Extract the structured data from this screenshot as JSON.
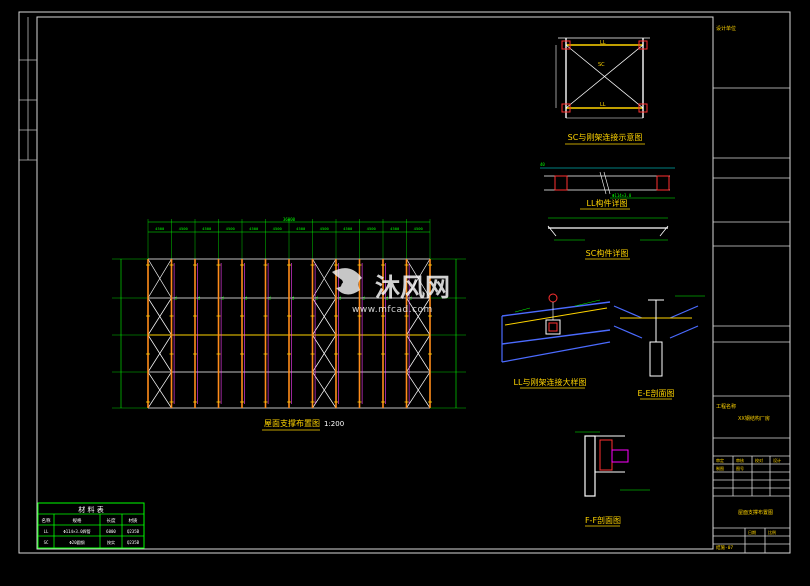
{
  "watermark": {
    "brand": "沐风网",
    "url": "www.mfcad.com"
  },
  "roof_plan": {
    "title": "屋面支撑布置图",
    "scale": "1:200",
    "top_dim": "36000",
    "bay_dim": "4500"
  },
  "details": {
    "sc_connection": "SC与刚架连接示意图",
    "ll_member": "LL构件详图",
    "sc_member": "SC构件详图",
    "ll_rafter": "LL与刚架连接大样图",
    "section_ee": "E-E剖面图",
    "section_ff": "F-F剖面图"
  },
  "material_table": {
    "title": "材 料 表",
    "headers": [
      "名称",
      "规格",
      "长度",
      "材质"
    ],
    "rows": [
      [
        "LL",
        "Φ114×3.0焊管",
        "6000",
        "Q235B"
      ],
      [
        "SC",
        "Φ20圆钢",
        "按实",
        "Q235B"
      ]
    ]
  },
  "title_block": {
    "project": "工程名称",
    "project_value": "XX钢结构厂房",
    "drawing_title": "屋面支撑布置图",
    "drawing_no": "结施-07",
    "field_labels": [
      "设计单位",
      "审定",
      "审核",
      "校对",
      "设计",
      "制图",
      "图号",
      "日期",
      "比例"
    ]
  }
}
